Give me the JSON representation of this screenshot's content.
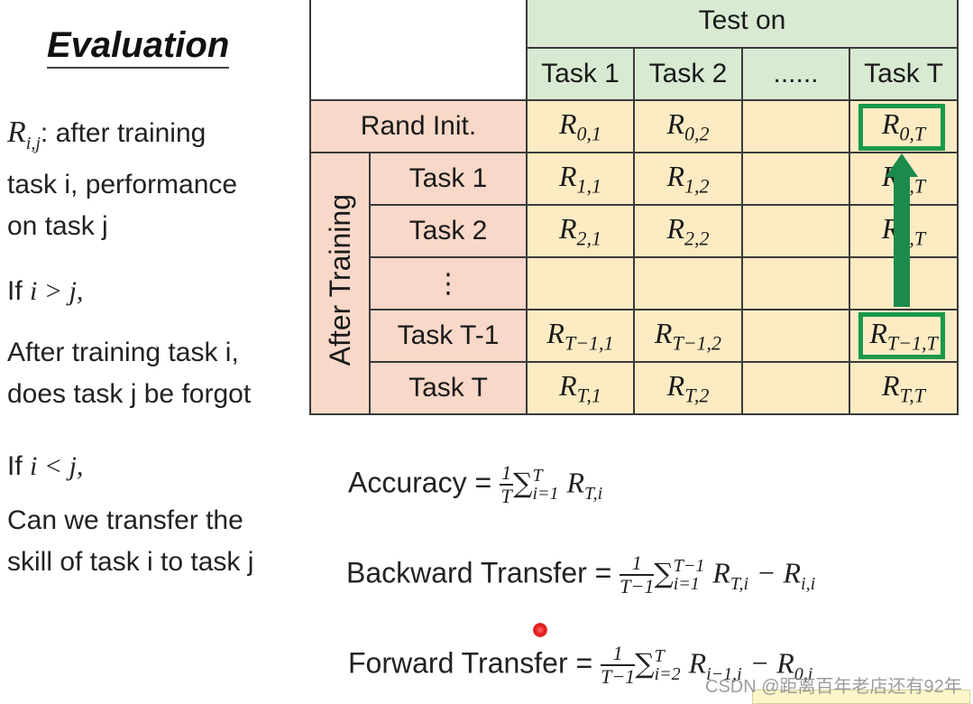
{
  "left": {
    "title": "Evaluation",
    "rij_symbol": "R",
    "rij_sub": "i,j",
    "def_line1": ": after training",
    "def_line2": "task i, performance",
    "def_line3": "on task j",
    "if_gt_prefix": "If ",
    "if_gt_math": "i > j,",
    "gt_line1": "After training task i,",
    "gt_line2": "does task j be forgot",
    "if_lt_prefix": "If ",
    "if_lt_math": "i < j,",
    "lt_line1": "Can we transfer the",
    "lt_line2": "skill of task i to task j"
  },
  "table": {
    "test_on": "Test on",
    "after_training": "After Training",
    "col_headers": [
      "Task 1",
      "Task 2",
      "......",
      "Task T"
    ],
    "rows": [
      {
        "label": "Rand Init.",
        "cells": [
          [
            "R",
            "0,1"
          ],
          [
            "R",
            "0,2"
          ],
          [
            "",
            ""
          ],
          [
            "R",
            "0,T"
          ]
        ]
      },
      {
        "label": "Task 1",
        "cells": [
          [
            "R",
            "1,1"
          ],
          [
            "R",
            "1,2"
          ],
          [
            "",
            ""
          ],
          [
            "R",
            "1,T"
          ]
        ]
      },
      {
        "label": "Task 2",
        "cells": [
          [
            "R",
            "2,1"
          ],
          [
            "R",
            "2,2"
          ],
          [
            "",
            ""
          ],
          [
            "R",
            "2,T"
          ]
        ]
      },
      {
        "label": "⋮",
        "cells": [
          [
            "",
            ""
          ],
          [
            "",
            ""
          ],
          [
            "",
            ""
          ],
          [
            "",
            ""
          ]
        ]
      },
      {
        "label": "Task T-1",
        "cells": [
          [
            "R",
            "T−1,1"
          ],
          [
            "R",
            "T−1,2"
          ],
          [
            "",
            ""
          ],
          [
            "R",
            "T−1,T"
          ]
        ]
      },
      {
        "label": "Task T",
        "cells": [
          [
            "R",
            "T,1"
          ],
          [
            "R",
            "T,2"
          ],
          [
            "",
            ""
          ],
          [
            "R",
            "T,T"
          ]
        ]
      }
    ]
  },
  "formulas": {
    "accuracy_label": "Accuracy",
    "accuracy_frac_num": "1",
    "accuracy_frac_den": "T",
    "accuracy_upper": "T",
    "accuracy_lower": "i=1",
    "accuracy_term": "R",
    "accuracy_term_sub": "T,i",
    "backward_label": "Backward Transfer",
    "backward_frac_num": "1",
    "backward_frac_den": "T−1",
    "backward_upper": "T−1",
    "backward_lower": "i=1",
    "backward_term": "R",
    "backward_term_sub": "T,i",
    "backward_minus": "− R",
    "backward_minus_sub": "i,i",
    "forward_label": "Forward Transfer",
    "forward_frac_num": "1",
    "forward_frac_den": "T−1",
    "forward_upper": "T",
    "forward_lower": "i=2",
    "forward_term": "R",
    "forward_term_sub": "i−1,i",
    "forward_minus": "− R",
    "forward_minus_sub": "0,i"
  },
  "watermark": "CSDN @距离百年老店还有92年",
  "colors": {
    "header_green": "#d9ead3",
    "row_pink": "#f8d8c8",
    "cell_yellow": "#fdebc3",
    "highlight_green": "#19994a",
    "arrow_green": "#1b8a4a"
  }
}
